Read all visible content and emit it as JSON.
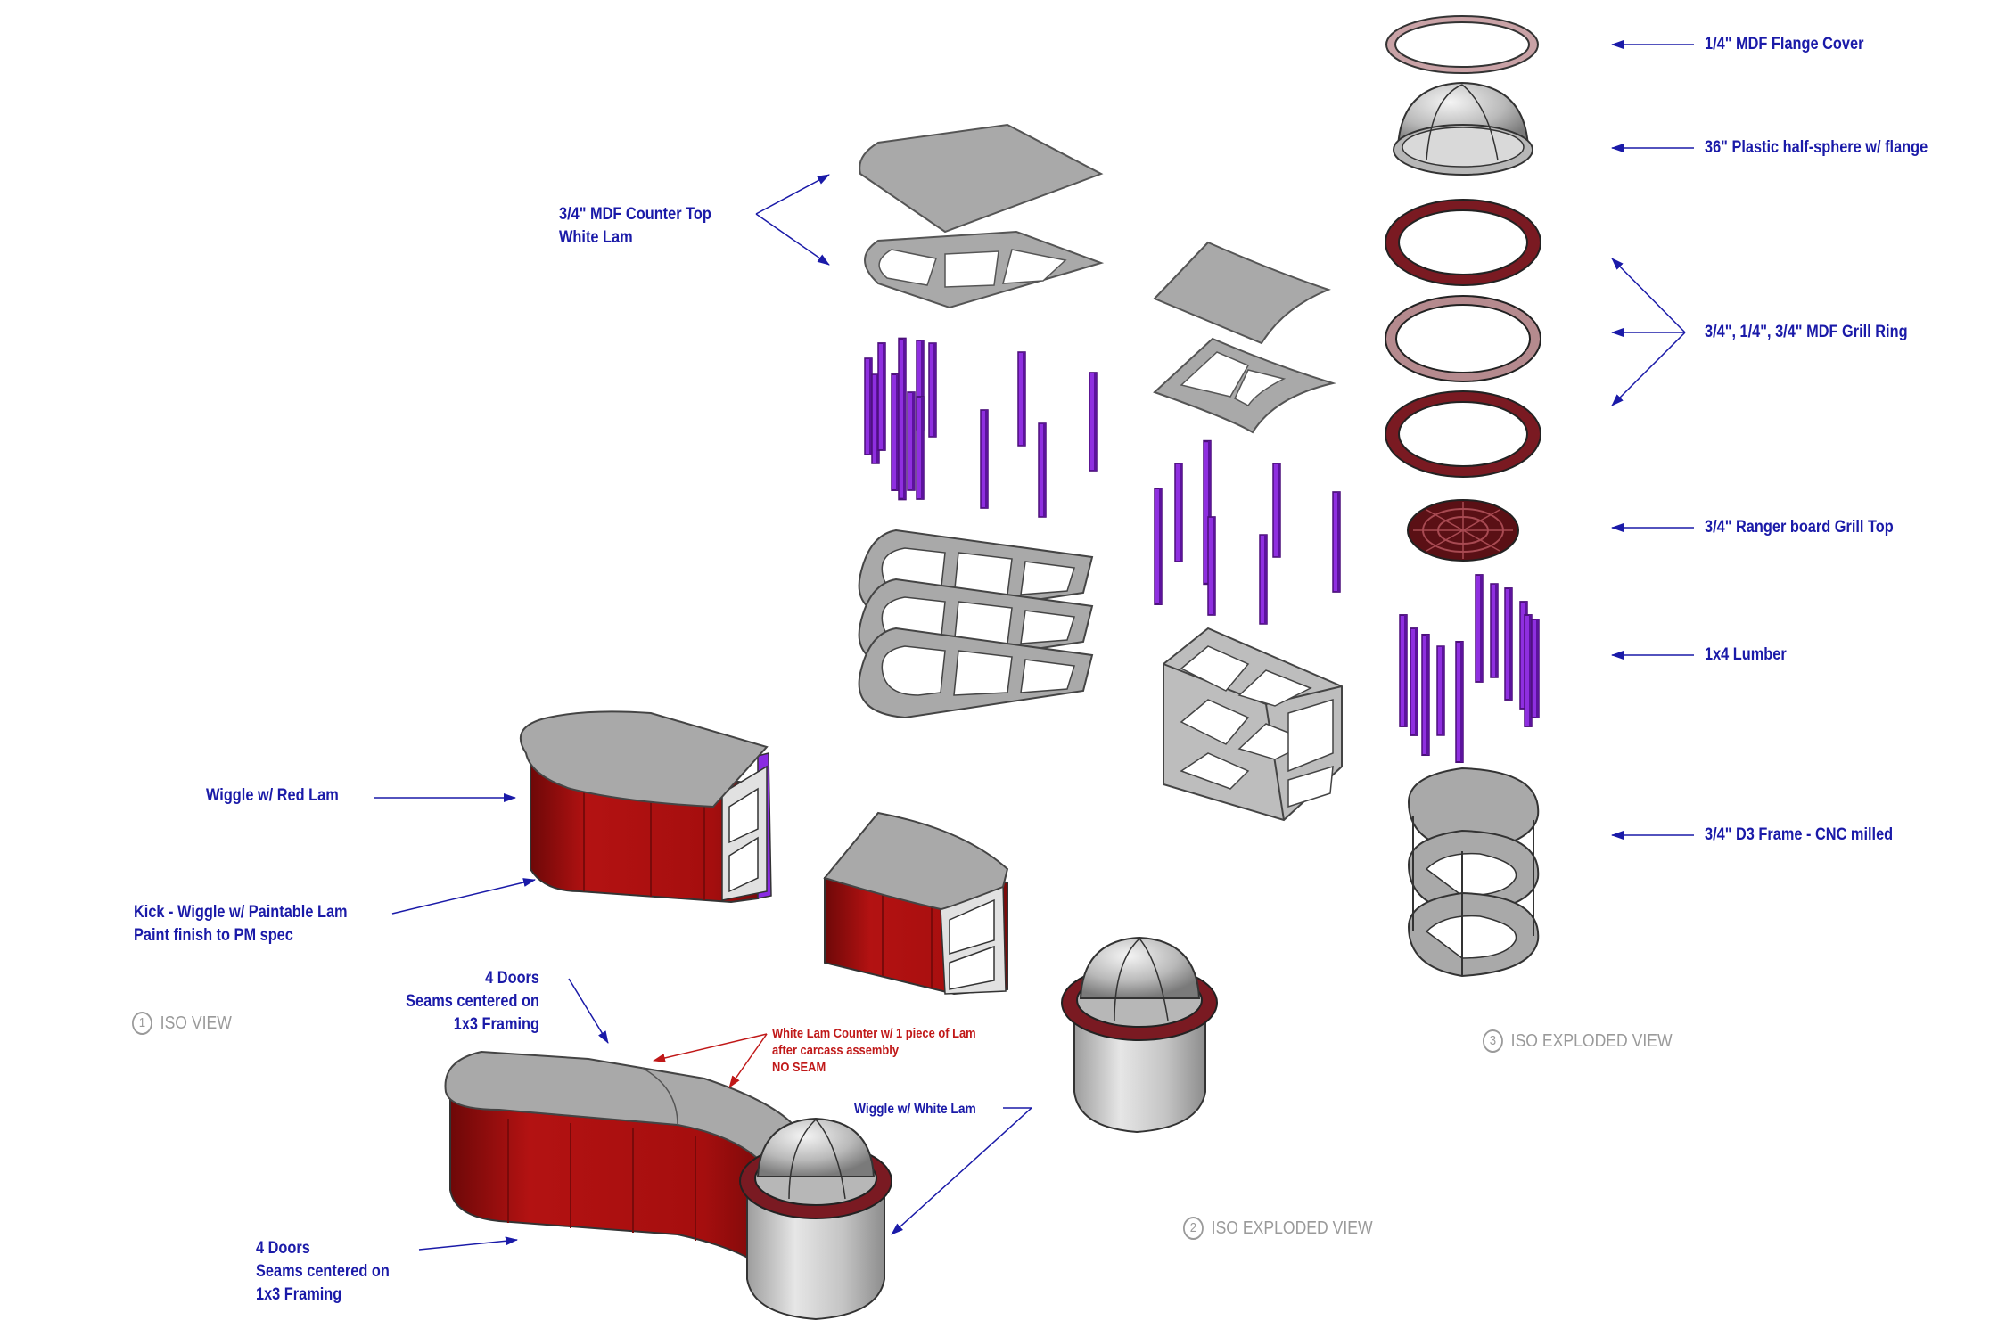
{
  "labels": {
    "counter_top": [
      "3/4\" MDF Counter Top",
      "White Lam"
    ],
    "flange_cover": "1/4\" MDF Flange Cover",
    "half_sphere": "36\" Plastic half-sphere w/ flange",
    "grill_ring": "3/4\", 1/4\", 3/4\" MDF Grill Ring",
    "grill_top": "3/4\" Ranger board Grill Top",
    "lumber": "1x4 Lumber",
    "d3_frame": "3/4\" D3 Frame - CNC milled",
    "wiggle_red": "Wiggle w/ Red Lam",
    "kick": [
      "Kick - Wiggle w/ Paintable Lam",
      "Paint finish to PM spec"
    ],
    "doors_top": [
      "4 Doors",
      "Seams centered on",
      "1x3 Framing"
    ],
    "doors_bottom": [
      "4 Doors",
      "Seams centered on",
      "1x3 Framing"
    ],
    "wiggle_white": "Wiggle w/ White Lam",
    "counter_note": [
      "White Lam Counter w/ 1 piece of Lam",
      "after carcass assembly",
      "NO SEAM"
    ]
  },
  "views": [
    {
      "number": "1",
      "title": "ISO VIEW"
    },
    {
      "number": "2",
      "title": "ISO EXPLODED VIEW"
    },
    {
      "number": "3",
      "title": "ISO EXPLODED VIEW"
    }
  ],
  "colors": {
    "label": "#1a1aa8",
    "note": "#c01818",
    "view_title": "#9a9a9a",
    "red_lam": "#b01010",
    "gray_top": "#a9a9a9",
    "lumber": "#8a2be2",
    "ring": "#7a1a22"
  }
}
